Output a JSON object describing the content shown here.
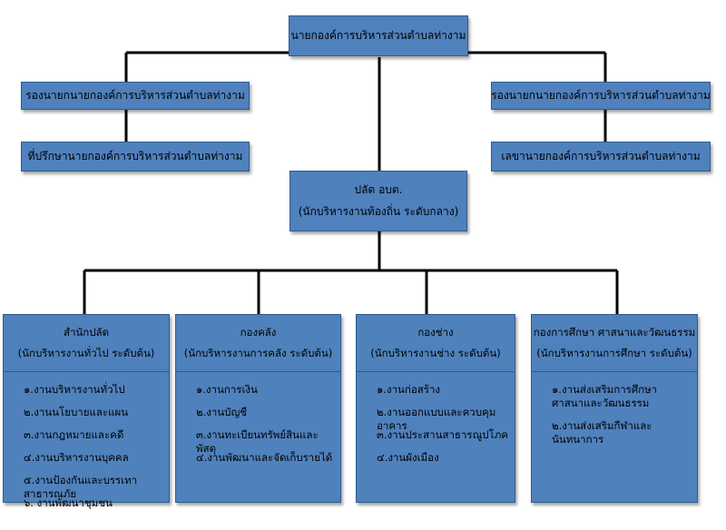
{
  "chief": "นายกองค์การบริหารส่วนตำบลท่างาม",
  "left_column": {
    "deputy": "รองนายกนายกองค์การบริหารส่วนตำบลท่างาม",
    "advisor": "ที่ปรึกษานายกองค์การบริหารส่วนตำบลท่างาม"
  },
  "right_column": {
    "deputy": "รองนายกนายกองค์การบริหารส่วนตำบลท่างาม",
    "secretary": "เลขานายกองค์การบริหารส่วนตำบลท่างาม"
  },
  "palat": {
    "title": "ปลัด อบต.",
    "subtitle": "(นักบริหารงานท้องถิ่น ระดับกลาง)"
  },
  "departments": [
    {
      "name": "สำนักปลัด",
      "role": "(นักบริหารงานทั่วไป ระดับต้น)",
      "tasks": [
        "๑.งานบริหารงานทั่วไป",
        "๒.งานนโยบายและแผน",
        "๓.งานกฎหมายและคดี",
        "๔.งานบริหารงานบุคคล",
        "๕.งานป้องกันและบรรเทาสาธารณภัย",
        "๖. งานพัฒนาชุมชน"
      ]
    },
    {
      "name": "กองคลัง",
      "role": "(นักบริหารงานการคลัง ระดับต้น)",
      "tasks": [
        "๑.งานการเงิน",
        "๒.งานบัญชี",
        "๓.งานทะเบียนทรัพย์สินและพัสดุ",
        "๔.งานพัฒนาและจัดเก็บรายได้"
      ]
    },
    {
      "name": "กองช่าง",
      "role": "(นักบริหารงานช่าง ระดับต้น)",
      "tasks": [
        "๑.งานก่อสร้าง",
        "๒.งานออกแบบและควบคุมอาคาร",
        "๓.งานประสานสาธารณูปโภค",
        "๔.งานผังเมือง"
      ]
    },
    {
      "name": "กองการศึกษา ศาสนาและวัฒนธรรม",
      "role": "(นักบริหารงานการศึกษา ระดับต้น)",
      "tasks": [
        "๑.งานส่งเสริมการศึกษา ศาสนาและวัฒนธรรม",
        "๒.งานส่งเสริมกีฬาและนันทนาการ"
      ]
    }
  ],
  "colors": {
    "box_fill": "#4f81bd",
    "box_border": "#2f5b8f",
    "connector": "#000000"
  }
}
